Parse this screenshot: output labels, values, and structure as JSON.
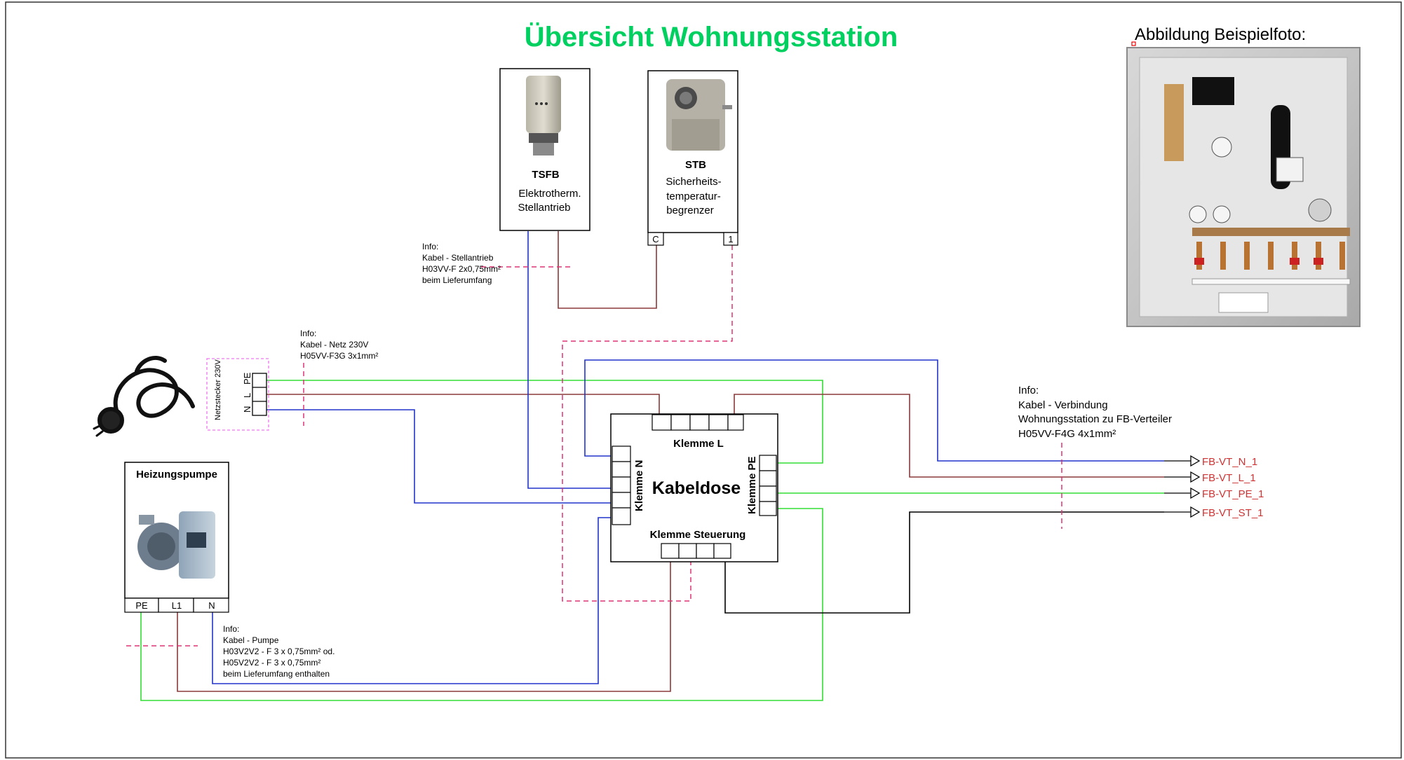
{
  "title": "Übersicht Wohnungsstation",
  "photo_caption": "Abbildung Beispielfoto:",
  "components": {
    "tsfb": {
      "name": "TSFB",
      "desc1": "Elektrotherm.",
      "desc2": "Stellantrieb"
    },
    "stb": {
      "name": "STB",
      "desc1": "Sicherheits-",
      "desc2": "temperatur-",
      "desc3": "begrenzer",
      "terminal_c": "C",
      "terminal_1": "1"
    },
    "pump": {
      "name": "Heizungspumpe",
      "terminals": [
        "PE",
        "L1",
        "N"
      ]
    },
    "plug": {
      "label": "Netzstecker 230V",
      "terminals": [
        "PE",
        "L",
        "N"
      ]
    },
    "kabeldose": {
      "name": "Kabeldose",
      "klemme_l": "Klemme L",
      "klemme_n": "Klemme N",
      "klemme_pe": "Klemme PE",
      "klemme_steuerung": "Klemme Steuerung"
    }
  },
  "info_notes": {
    "stellantrieb": [
      "Info:",
      "Kabel - Stellantrieb",
      "H03VV-F 2x0,75mm²",
      "beim Lieferumfang"
    ],
    "netz": [
      "Info:",
      "Kabel - Netz 230V",
      "H05VV-F3G 3x1mm²"
    ],
    "verbindung": [
      "Info:",
      "Kabel - Verbindung",
      "Wohnungsstation zu FB-Verteiler",
      "H05VV-F4G 4x1mm²"
    ],
    "pumpe": [
      "Info:",
      "Kabel - Pumpe",
      "H03V2V2 - F 3 x 0,75mm² od.",
      "H05V2V2 - F 3 x 0,75mm²",
      "beim Lieferumfang enthalten"
    ]
  },
  "outputs": [
    "FB-VT_N_1",
    "FB-VT_L_1",
    "FB-VT_PE_1",
    "FB-VT_ST_1"
  ],
  "colors": {
    "title": "#00d060",
    "neutral_wire": "#2233cc",
    "live_wire": "#8b3a3a",
    "pe_wire": "#33dd33",
    "control_wire": "#000000",
    "dashed_marker": "#dd3377",
    "output_label": "#cc3333"
  }
}
